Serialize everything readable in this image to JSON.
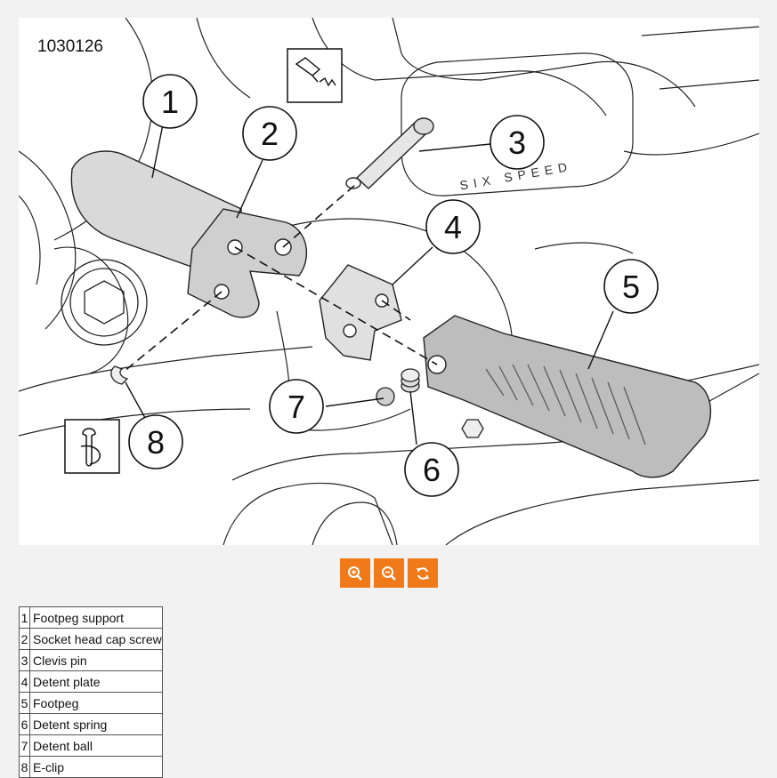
{
  "figure": {
    "id": "1030126",
    "callouts": [
      "1",
      "2",
      "3",
      "4",
      "5",
      "6",
      "7",
      "8"
    ],
    "engraving": "SIX SPEED"
  },
  "toolbar": {
    "zoom_in": "zoom-in-icon",
    "zoom_out": "zoom-out-icon",
    "reset": "refresh-icon",
    "accent": "#f07a1a"
  },
  "legend": {
    "rows": [
      {
        "num": "1",
        "label": "Footpeg support"
      },
      {
        "num": "2",
        "label": "Socket head cap screw"
      },
      {
        "num": "3",
        "label": "Clevis pin"
      },
      {
        "num": "4",
        "label": "Detent plate"
      },
      {
        "num": "5",
        "label": "Footpeg"
      },
      {
        "num": "6",
        "label": "Detent spring"
      },
      {
        "num": "7",
        "label": "Detent ball"
      },
      {
        "num": "8",
        "label": "E-clip"
      }
    ]
  }
}
